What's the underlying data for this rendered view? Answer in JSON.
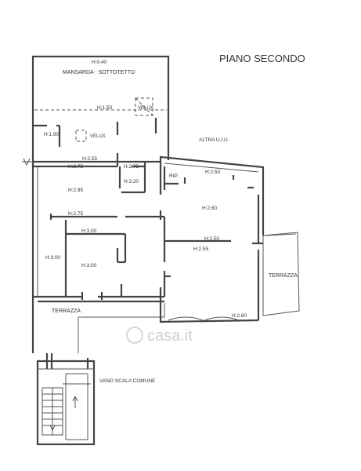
{
  "plan": {
    "title": "PIANO SECONDO",
    "watermark": "casa.it",
    "rooms": {
      "mansarda": "MANSARDA - SOTTOTETTO",
      "altra_uiu": "ALTRA U.I.U.",
      "rip": "RIP.",
      "terrazza_right": "TERRAZZA",
      "terrazza_left": "TERRAZZA",
      "vano_scala": "VANO SCALA COMUNE",
      "velux_1": "VELUX",
      "velux_2": "VELUX"
    },
    "heights": {
      "h040": "H:0.40",
      "h150": "H:1.50",
      "h190": "H:1.90",
      "h255_top": "H:2.55",
      "h275_a": "H:2.75",
      "h275_b": "H:2.75",
      "h320": "H:3.20",
      "h250_top": "H:2.50",
      "h295": "H:2.95",
      "h260_mid": "H:2.60",
      "h275_c": "H:2.75",
      "h300_a": "H:3.00",
      "h250_mid": "H:2.50",
      "h255_mid": "H:2.55",
      "h300_b": "H:3.00",
      "h300_c": "H:3.00",
      "h260_bottom": "H:2.60"
    }
  }
}
